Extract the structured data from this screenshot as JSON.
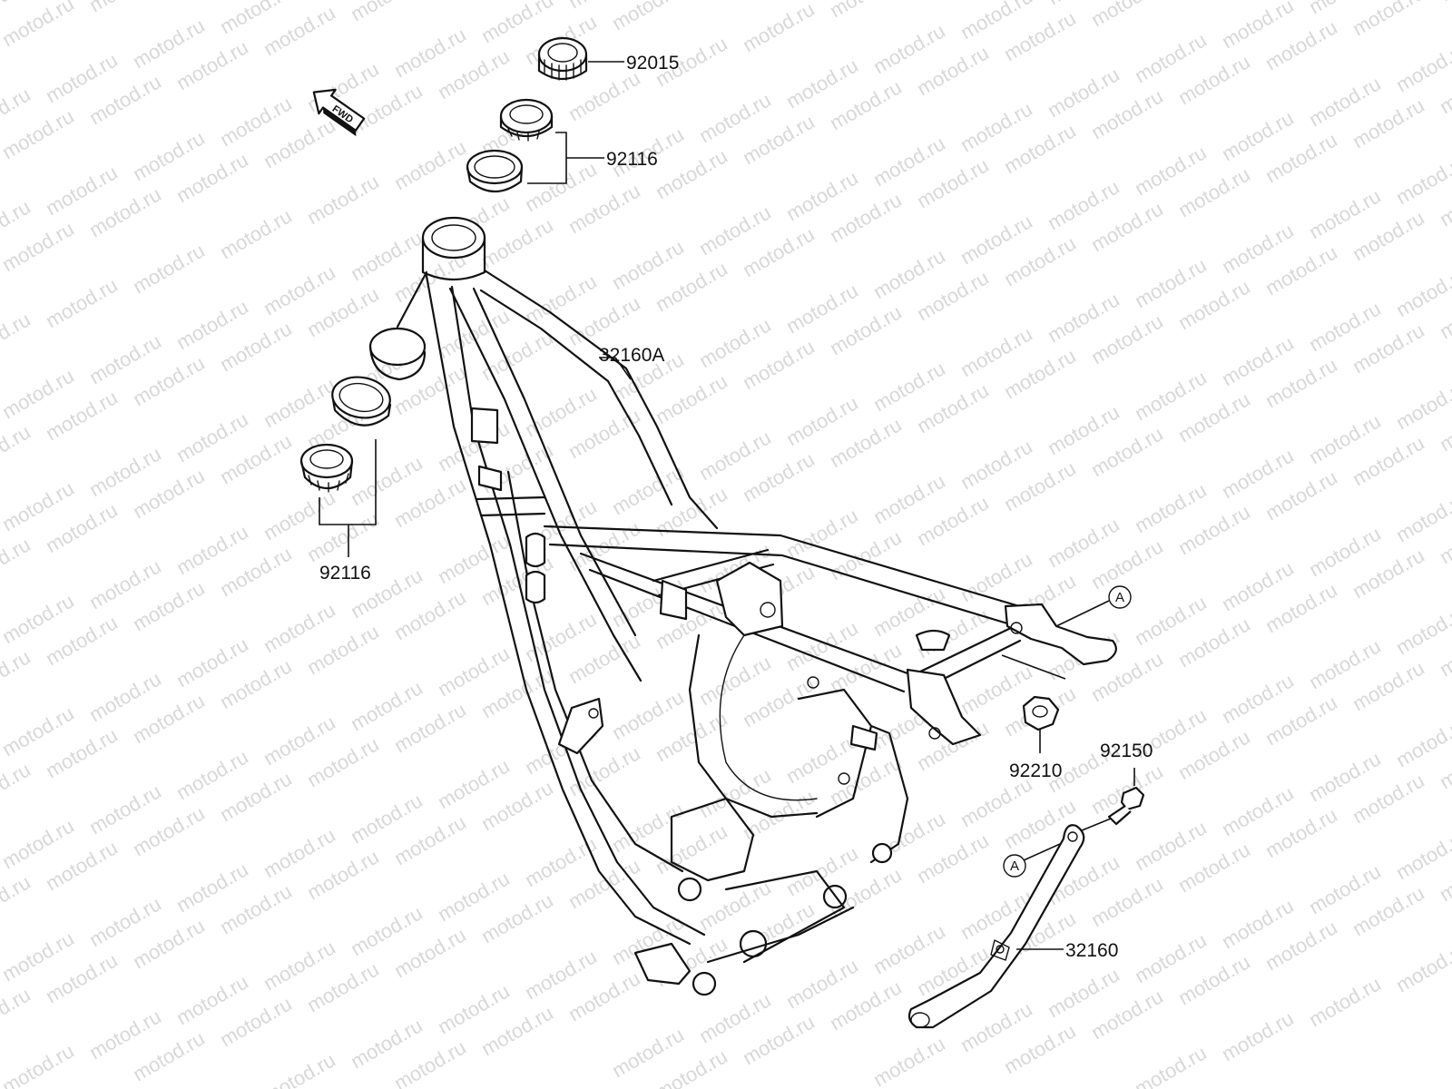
{
  "watermark": "motod.ru",
  "fwd_label": "FWD",
  "ref_marker": "A",
  "parts": {
    "p92015": "92015",
    "p92116_top": "92116",
    "p92116_bottom": "92116",
    "p32160A": "32160A",
    "p92210": "92210",
    "p92150": "92150",
    "p32160": "32160"
  }
}
